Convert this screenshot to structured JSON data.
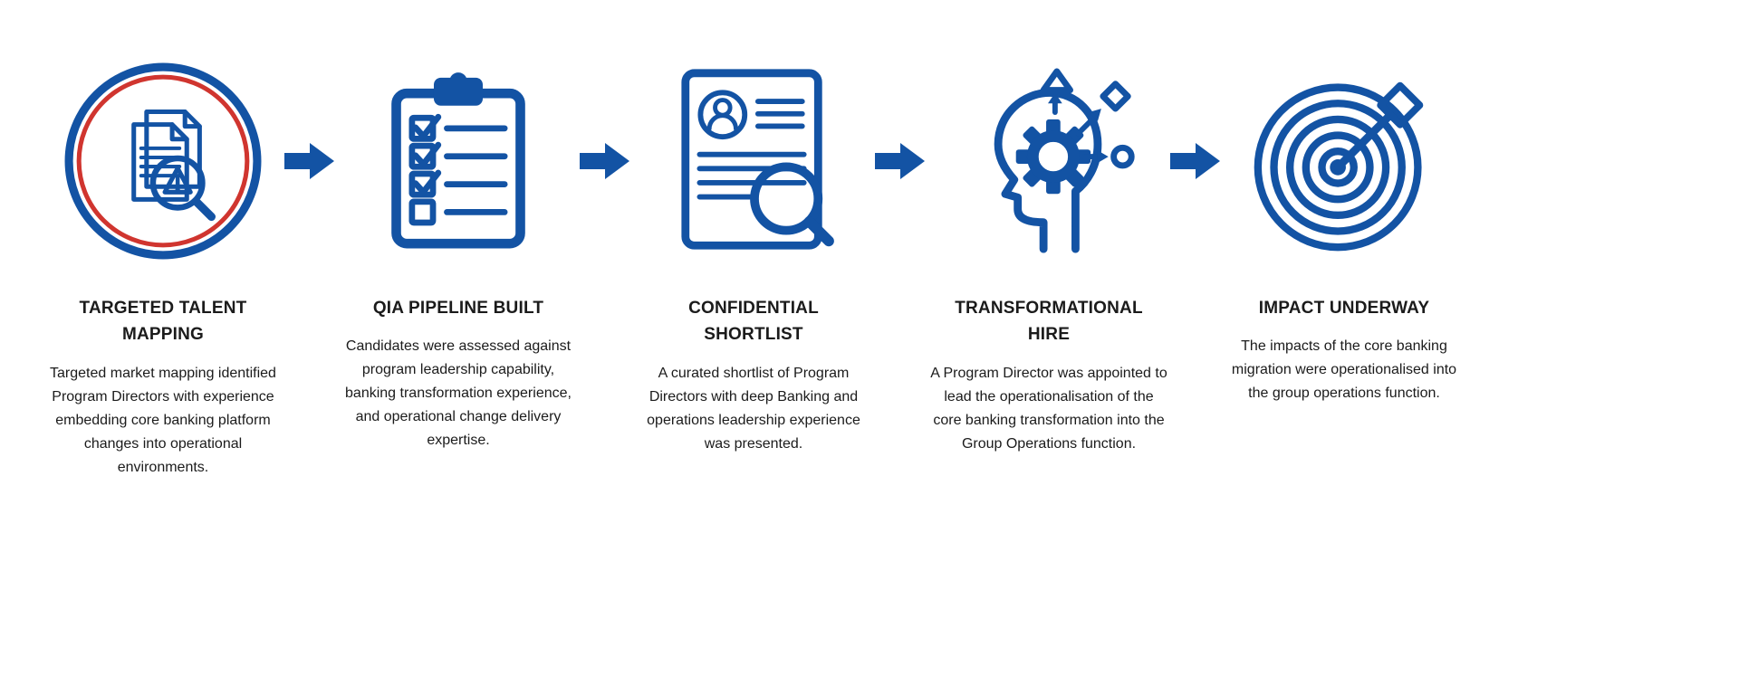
{
  "colors": {
    "primary": "#1353a4",
    "accent_red": "#d0352f",
    "text": "#1b1b1b",
    "background": "#ffffff"
  },
  "steps": [
    {
      "title": "TARGETED TALENT MAPPING",
      "description": "Targeted market mapping identified Program Directors with experience embedding core banking platform changes into operational environments.",
      "icon": "market-mapping-documents-icon"
    },
    {
      "title": "QIA PIPELINE BUILT",
      "description": "Candidates were assessed against program leadership capability, banking transformation experience, and operational change delivery expertise.",
      "icon": "checklist-clipboard-icon"
    },
    {
      "title": "CONFIDENTIAL SHORTLIST",
      "description": "A curated shortlist of Program Directors with deep Banking and operations leadership experience was presented.",
      "icon": "resume-magnifier-icon"
    },
    {
      "title": "TRANSFORMATIONAL HIRE",
      "description": "A Program Director was appointed to lead the operationalisation of the core banking transformation into the Group Operations function.",
      "icon": "head-gear-transformation-icon"
    },
    {
      "title": "IMPACT UNDERWAY",
      "description": "The impacts of the core banking migration were operationalised into the group operations function.",
      "icon": "target-dart-icon"
    }
  ]
}
